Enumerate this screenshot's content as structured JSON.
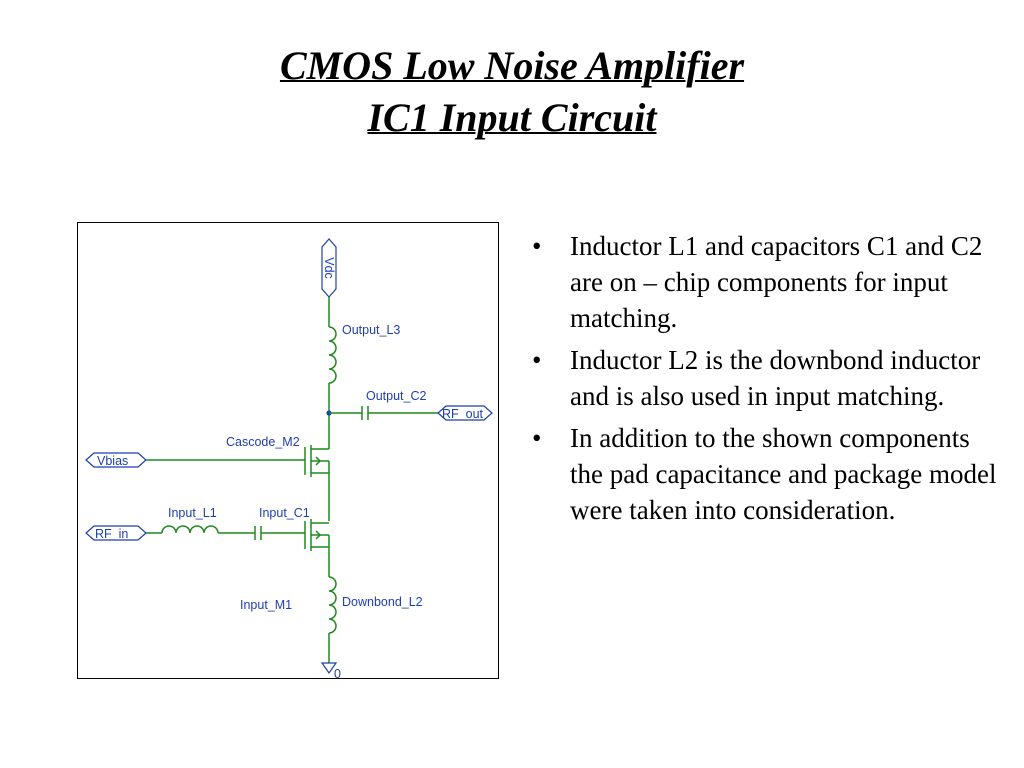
{
  "slide": {
    "title_line1": "CMOS Low Noise Amplifier",
    "title_line2": "IC1 Input Circuit"
  },
  "schematic": {
    "components": {
      "output_l3": "Output_L3",
      "output_c2": "Output_C2",
      "cascode_m2": "Cascode_M2",
      "input_l1": "Input_L1",
      "input_c1": "Input_C1",
      "input_m1": "Input_M1",
      "downbond_l2": "Downbond_L2"
    },
    "ports": {
      "vdc": "Vdc",
      "rf_out": "RF_out",
      "vbias": "Vbias",
      "rf_in": "RF_in",
      "ground": "0"
    },
    "colors": {
      "wire": "#1e8a1e",
      "label": "#1f3fb0"
    }
  },
  "bullets": [
    "Inductor L1 and capacitors C1 and C2 are on – chip components for input matching.",
    "Inductor L2 is the downbond inductor and is also  used in input matching.",
    "In addition to the shown components the pad capacitance and package model were taken into consideration."
  ],
  "bullet_symbol": "•"
}
